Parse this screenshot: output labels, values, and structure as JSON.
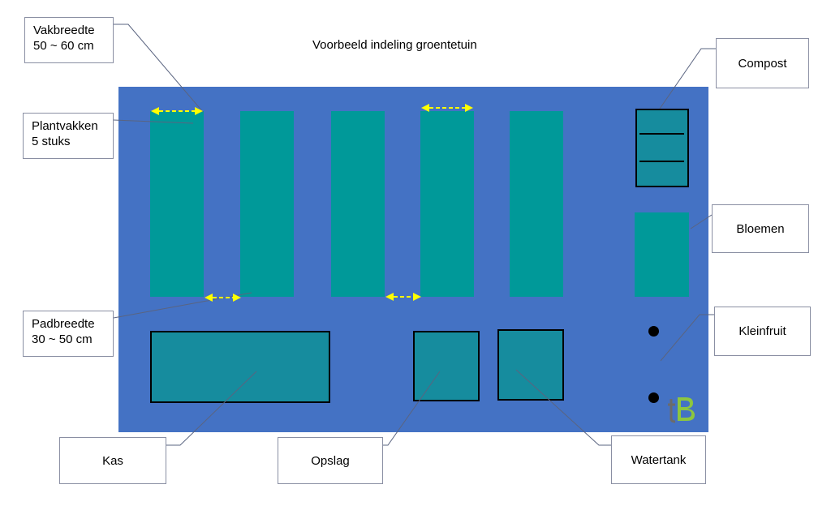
{
  "title": "Voorbeeld indeling groentetuin",
  "callouts": {
    "vakbreedte": [
      "Vakbreedte",
      "50 ~ 60 cm"
    ],
    "plantvakken": [
      "Plantvakken",
      "5 stuks"
    ],
    "padbreedte": [
      "Padbreedte",
      "30 ~ 50 cm"
    ],
    "kas": "Kas",
    "opslag": "Opslag",
    "watertank": "Watertank",
    "compost": "Compost",
    "bloemen": "Bloemen",
    "kleinfruit": "Kleinfruit"
  },
  "colors": {
    "garden": "#4472c4",
    "bed": "#009999",
    "structure": "#168c9e",
    "arrow": "#ffff00",
    "leader": "#5a6480"
  },
  "icons": {
    "logo": "tb-logo"
  }
}
